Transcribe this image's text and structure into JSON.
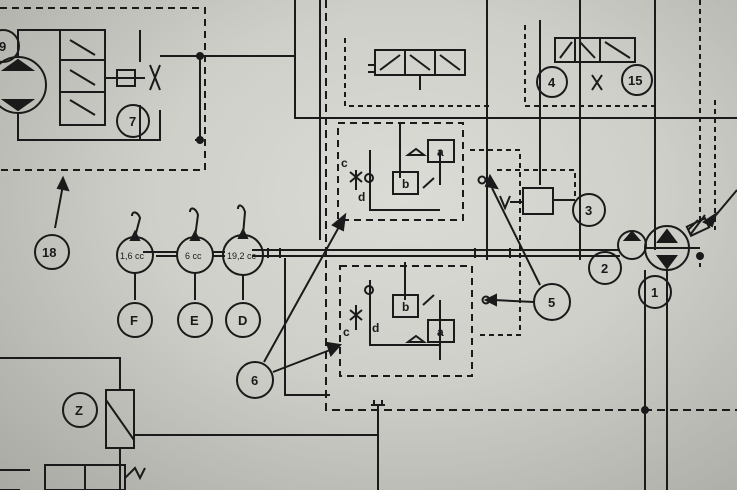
{
  "callouts": {
    "c1": "1",
    "c2": "2",
    "c3": "3",
    "c4": "4",
    "c5": "5",
    "c6": "6",
    "c7": "7",
    "c9": "9",
    "c15": "15",
    "c18": "18"
  },
  "cylinders": {
    "f_vol": "1,6 cc",
    "e_vol": "6 cc",
    "d_vol": "19,2 cc",
    "f": "F",
    "e": "E",
    "d": "D"
  },
  "valve_upper": {
    "a": "a",
    "b": "b",
    "c": "c",
    "d": "d"
  },
  "valve_lower": {
    "a": "a",
    "b": "b",
    "c": "c",
    "d": "d"
  },
  "actuator_z": "Z",
  "colors": {
    "ink": "#1a1a1a",
    "paper": "#d6d6d0"
  }
}
